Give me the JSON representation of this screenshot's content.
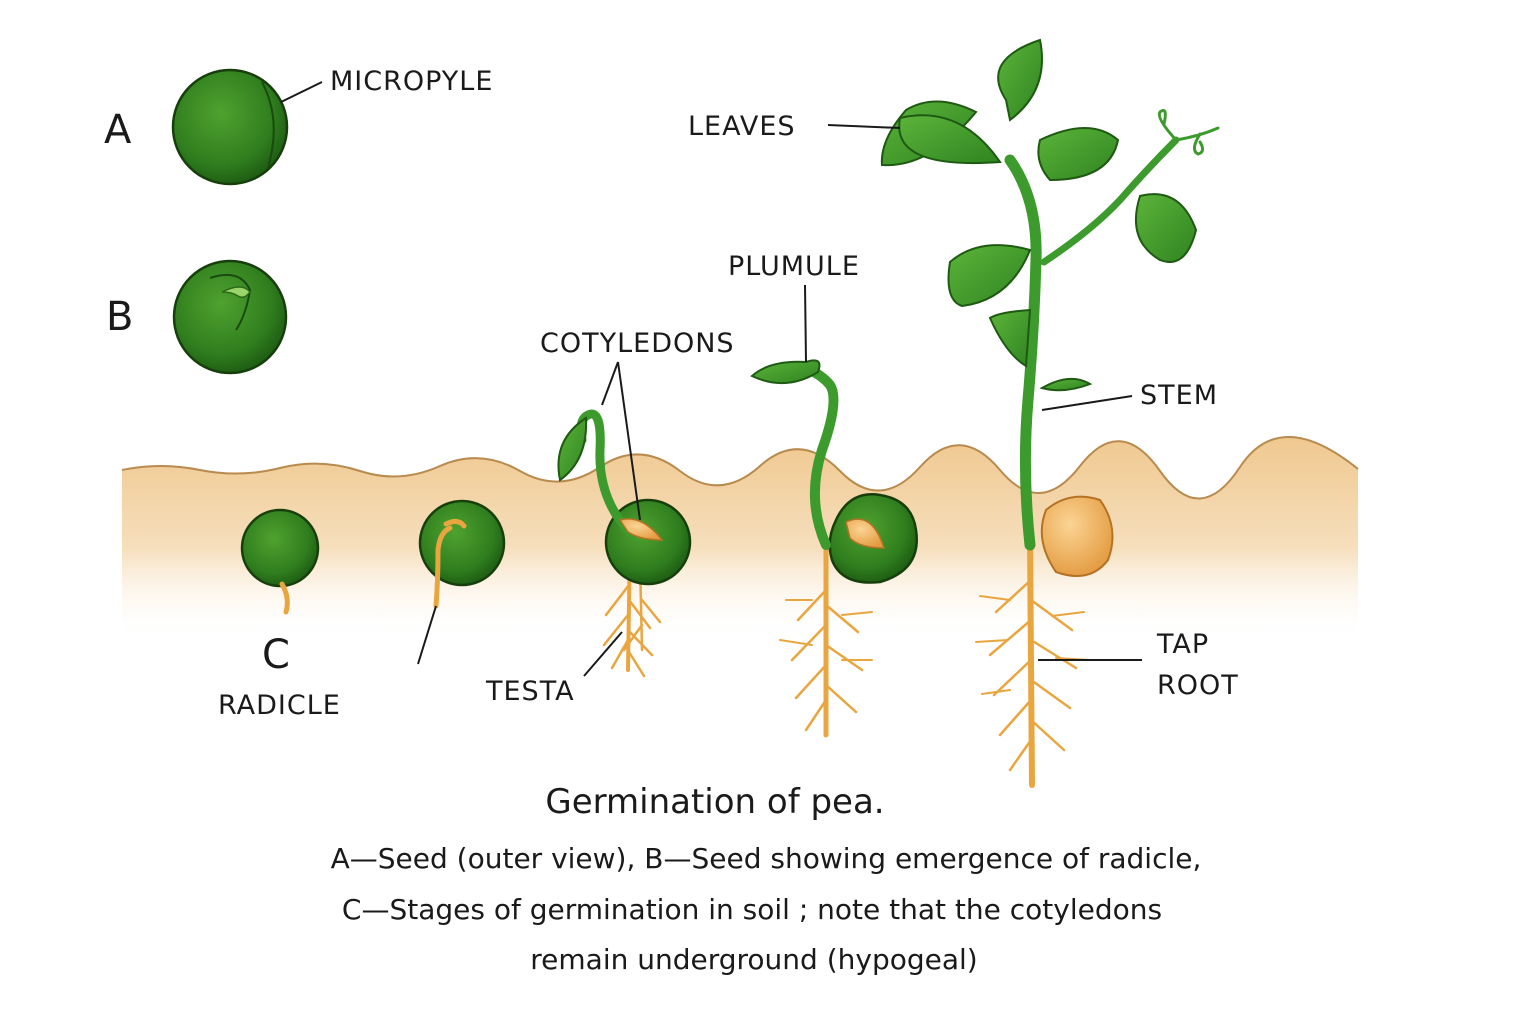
{
  "stage_letters": {
    "a": "A",
    "b": "B",
    "c": "C"
  },
  "labels": {
    "micropyle": "MICROPYLE",
    "leaves": "LEAVES",
    "plumule": "PLUMULE",
    "cotyledons": "COTYLEDONS",
    "stem": "STEM",
    "tap": "TAP",
    "root": "ROOT",
    "radicle": "RADICLE",
    "testa": "TESTA"
  },
  "caption": {
    "title": "Germination of pea.",
    "line1": "A—Seed (outer view), B—Seed showing emergence of radicle,",
    "line2": "C—Stages of germination in soil ; note that the cotyledons",
    "line3": "remain underground (hypogeal)"
  },
  "colors": {
    "seed_green": "#2f7d1e",
    "leaf_green": "#3d9a2c",
    "root_yellow": "#e9a640",
    "cotyledon_tan": "#f1b25c",
    "soil": "#f2d3a6"
  }
}
